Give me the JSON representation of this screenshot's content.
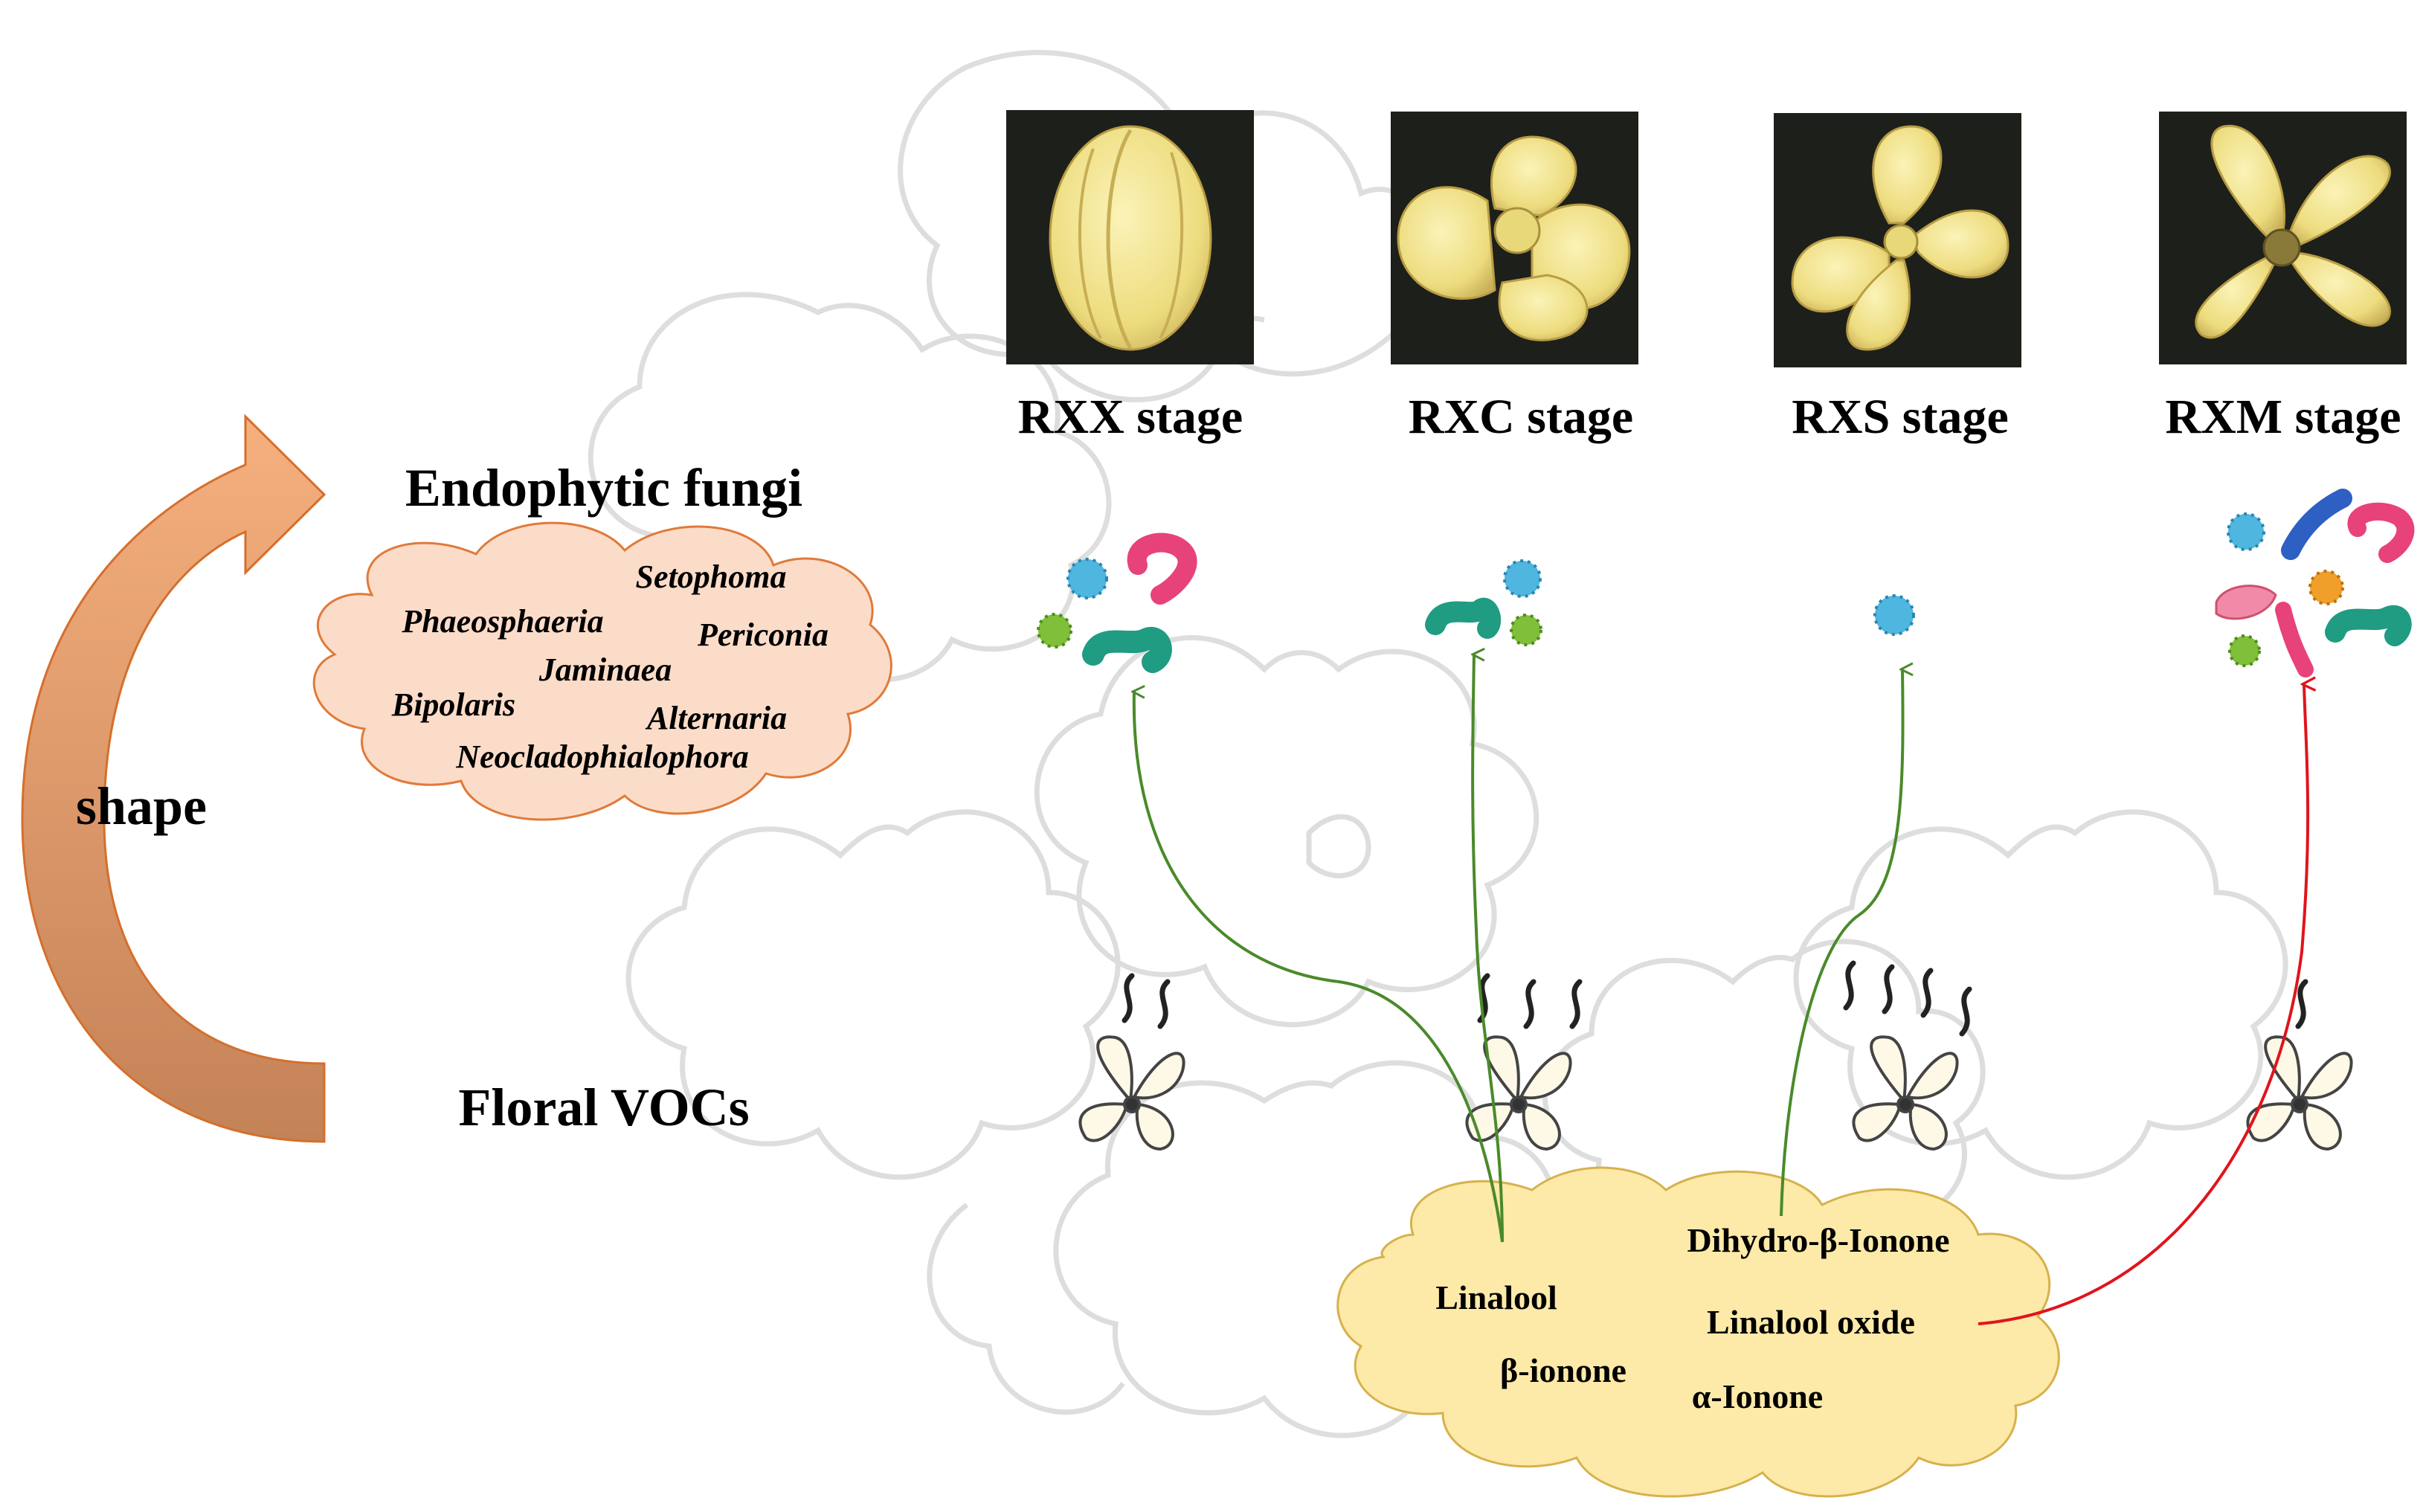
{
  "left_panel": {
    "fungi_title": "Endophytic fungi",
    "voc_title": "Floral VOCs",
    "arrow_label": "shape",
    "fungi_genera": [
      "Setophoma",
      "Phaeosphaeria",
      "Periconia",
      "Jaminaea",
      "Bipolaris",
      "Alternaria",
      "Neocladophialophora"
    ]
  },
  "stages": [
    {
      "label": "RXX stage"
    },
    {
      "label": "RXC stage"
    },
    {
      "label": "RXS stage"
    },
    {
      "label": "RXM stage"
    }
  ],
  "voc_compounds": [
    "Dihydro-β-Ionone",
    "Linalool",
    "Linalool oxide",
    "β-ionone",
    "α-Ionone"
  ],
  "colors": {
    "fungi_cloud": "#fbdcc8",
    "fungi_cloud_stroke": "#e07a3a",
    "voc_cloud": "#fde9a8",
    "voc_cloud_stroke": "#d7b14c",
    "arrow_top": "#f2a36e",
    "arrow_bottom": "#c78358",
    "green_link": "#4a8a2a",
    "red_link": "#e0141c",
    "photo_bg": "#1d1f1b",
    "petal": "#f3e48c"
  }
}
